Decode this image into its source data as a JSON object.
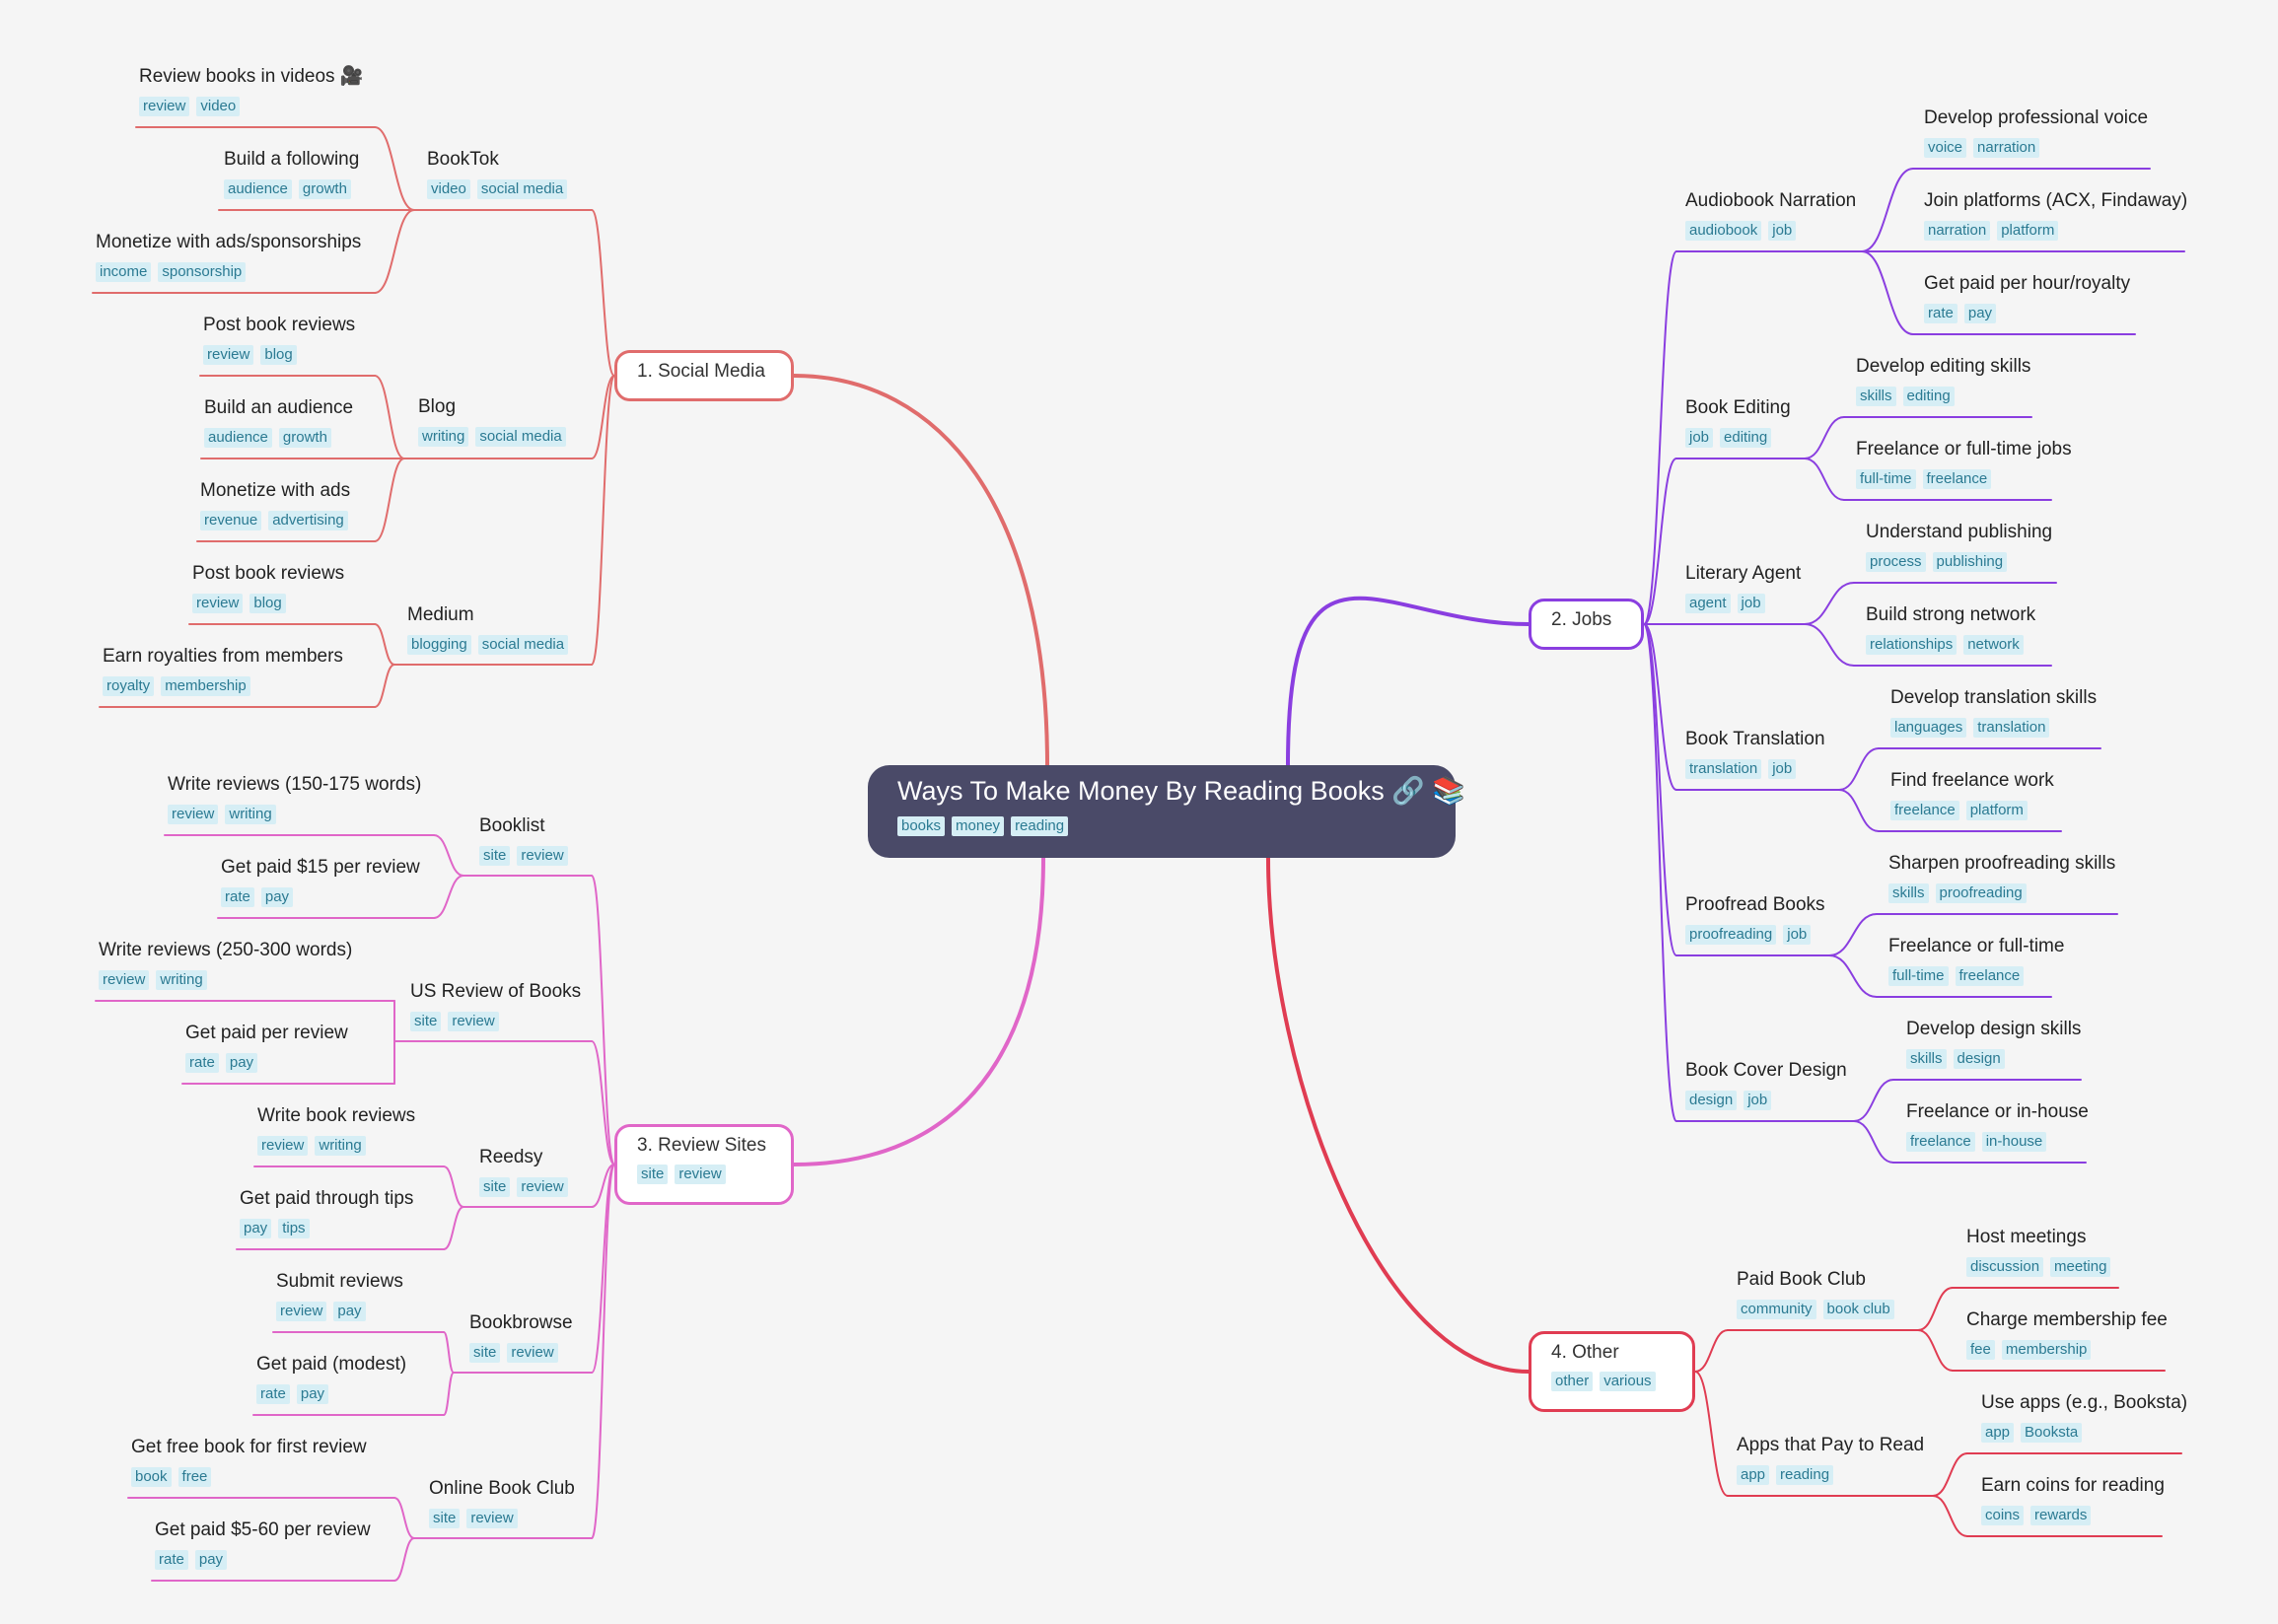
{
  "root": {
    "title": "Ways To Make Money By Reading Books 🔗 📚",
    "tags": [
      "books",
      "money",
      "reading"
    ]
  },
  "colors": {
    "social": "#e06c6c",
    "jobs": "#8a3ee0",
    "reviews": "#e066c8",
    "other": "#e03c52",
    "root_bg": "#4a4a68",
    "background": "#f5f5f5"
  },
  "branches": [
    {
      "id": "social",
      "label": "1. Social Media",
      "tags": [],
      "color": "#e06c6c",
      "children": [
        {
          "label": "BookTok",
          "tags": [
            "video",
            "social media"
          ],
          "children": [
            {
              "label": "Review books in videos 🎥",
              "tags": [
                "review",
                "video"
              ]
            },
            {
              "label": "Build a following",
              "tags": [
                "audience",
                "growth"
              ]
            },
            {
              "label": "Monetize with ads/sponsorships",
              "tags": [
                "income",
                "sponsorship"
              ]
            }
          ]
        },
        {
          "label": "Blog",
          "tags": [
            "writing",
            "social media"
          ],
          "children": [
            {
              "label": "Post book reviews",
              "tags": [
                "review",
                "blog"
              ]
            },
            {
              "label": "Build an audience",
              "tags": [
                "audience",
                "growth"
              ]
            },
            {
              "label": "Monetize with ads",
              "tags": [
                "revenue",
                "advertising"
              ]
            }
          ]
        },
        {
          "label": "Medium",
          "tags": [
            "blogging",
            "social media"
          ],
          "children": [
            {
              "label": "Post book reviews",
              "tags": [
                "review",
                "blog"
              ]
            },
            {
              "label": "Earn royalties from members",
              "tags": [
                "royalty",
                "membership"
              ]
            }
          ]
        }
      ]
    },
    {
      "id": "jobs",
      "label": "2. Jobs",
      "tags": [],
      "color": "#8a3ee0",
      "children": [
        {
          "label": "Audiobook Narration",
          "tags": [
            "audiobook",
            "job"
          ],
          "children": [
            {
              "label": "Develop professional voice",
              "tags": [
                "voice",
                "narration"
              ]
            },
            {
              "label": "Join platforms (ACX, Findaway)",
              "tags": [
                "narration",
                "platform"
              ]
            },
            {
              "label": "Get paid per hour/royalty",
              "tags": [
                "rate",
                "pay"
              ]
            }
          ]
        },
        {
          "label": "Book Editing",
          "tags": [
            "job",
            "editing"
          ],
          "children": [
            {
              "label": "Develop editing skills",
              "tags": [
                "skills",
                "editing"
              ]
            },
            {
              "label": "Freelance or full-time jobs",
              "tags": [
                "full-time",
                "freelance"
              ]
            }
          ]
        },
        {
          "label": "Literary Agent",
          "tags": [
            "agent",
            "job"
          ],
          "children": [
            {
              "label": "Understand publishing",
              "tags": [
                "process",
                "publishing"
              ]
            },
            {
              "label": "Build strong network",
              "tags": [
                "relationships",
                "network"
              ]
            }
          ]
        },
        {
          "label": "Book Translation",
          "tags": [
            "translation",
            "job"
          ],
          "children": [
            {
              "label": "Develop translation skills",
              "tags": [
                "languages",
                "translation"
              ]
            },
            {
              "label": "Find freelance work",
              "tags": [
                "freelance",
                "platform"
              ]
            }
          ]
        },
        {
          "label": "Proofread Books",
          "tags": [
            "proofreading",
            "job"
          ],
          "children": [
            {
              "label": "Sharpen proofreading skills",
              "tags": [
                "skills",
                "proofreading"
              ]
            },
            {
              "label": "Freelance or full-time",
              "tags": [
                "full-time",
                "freelance"
              ]
            }
          ]
        },
        {
          "label": "Book Cover Design",
          "tags": [
            "design",
            "job"
          ],
          "children": [
            {
              "label": "Develop design skills",
              "tags": [
                "skills",
                "design"
              ]
            },
            {
              "label": "Freelance or in-house",
              "tags": [
                "freelance",
                "in-house"
              ]
            }
          ]
        }
      ]
    },
    {
      "id": "reviews",
      "label": "3. Review Sites",
      "tags": [
        "site",
        "review"
      ],
      "color": "#e066c8",
      "children": [
        {
          "label": "Booklist",
          "tags": [
            "site",
            "review"
          ],
          "children": [
            {
              "label": "Write reviews (150-175 words)",
              "tags": [
                "review",
                "writing"
              ]
            },
            {
              "label": "Get paid $15 per review",
              "tags": [
                "rate",
                "pay"
              ]
            }
          ]
        },
        {
          "label": "US Review of Books",
          "tags": [
            "site",
            "review"
          ],
          "children": [
            {
              "label": "Write reviews (250-300 words)",
              "tags": [
                "review",
                "writing"
              ]
            },
            {
              "label": "Get paid per review",
              "tags": [
                "rate",
                "pay"
              ]
            }
          ]
        },
        {
          "label": "Reedsy",
          "tags": [
            "site",
            "review"
          ],
          "children": [
            {
              "label": "Write book reviews",
              "tags": [
                "review",
                "writing"
              ]
            },
            {
              "label": "Get paid through tips",
              "tags": [
                "pay",
                "tips"
              ]
            }
          ]
        },
        {
          "label": "Bookbrowse",
          "tags": [
            "site",
            "review"
          ],
          "children": [
            {
              "label": "Submit reviews",
              "tags": [
                "review",
                "pay"
              ]
            },
            {
              "label": "Get paid (modest)",
              "tags": [
                "rate",
                "pay"
              ]
            }
          ]
        },
        {
          "label": "Online Book Club",
          "tags": [
            "site",
            "review"
          ],
          "children": [
            {
              "label": "Get free book for first review",
              "tags": [
                "book",
                "free"
              ]
            },
            {
              "label": "Get paid $5-60 per review",
              "tags": [
                "rate",
                "pay"
              ]
            }
          ]
        }
      ]
    },
    {
      "id": "other",
      "label": "4. Other",
      "tags": [
        "other",
        "various"
      ],
      "color": "#e03c52",
      "children": [
        {
          "label": "Paid Book Club",
          "tags": [
            "community",
            "book club"
          ],
          "children": [
            {
              "label": "Host meetings",
              "tags": [
                "discussion",
                "meeting"
              ]
            },
            {
              "label": "Charge membership fee",
              "tags": [
                "fee",
                "membership"
              ]
            }
          ]
        },
        {
          "label": "Apps that Pay to Read",
          "tags": [
            "app",
            "reading"
          ],
          "children": [
            {
              "label": "Use apps (e.g., Booksta)",
              "tags": [
                "app",
                "Booksta"
              ]
            },
            {
              "label": "Earn coins for reading",
              "tags": [
                "coins",
                "rewards"
              ]
            }
          ]
        }
      ]
    }
  ]
}
